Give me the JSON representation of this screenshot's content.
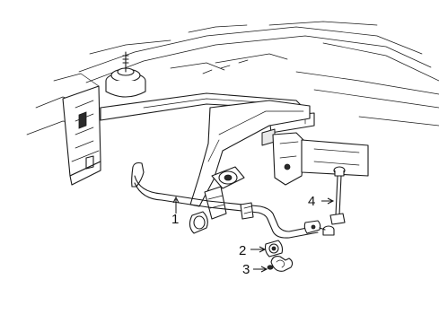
{
  "diagram": {
    "callouts": [
      {
        "id": "1",
        "label": "1"
      },
      {
        "id": "2",
        "label": "2"
      },
      {
        "id": "3",
        "label": "3"
      },
      {
        "id": "4",
        "label": "4"
      }
    ],
    "colors": {
      "line": "#1a1a1a",
      "fill": "#ffffff",
      "shade": "#e9e9e9"
    }
  }
}
